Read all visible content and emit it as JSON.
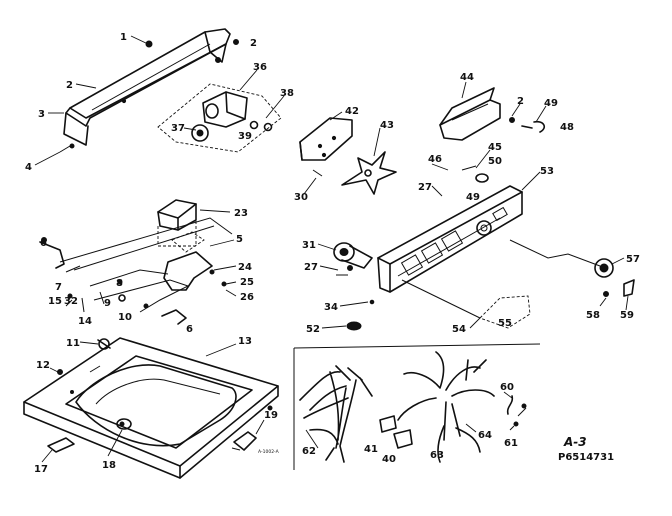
{
  "callouts": [
    {
      "id": "c1",
      "text": "1"
    },
    {
      "id": "c2a",
      "text": "2"
    },
    {
      "id": "c2b",
      "text": "2"
    },
    {
      "id": "c3",
      "text": "3"
    },
    {
      "id": "c4",
      "text": "4"
    },
    {
      "id": "c36",
      "text": "36"
    },
    {
      "id": "c38",
      "text": "38"
    },
    {
      "id": "c37",
      "text": "37"
    },
    {
      "id": "c39",
      "text": "39"
    },
    {
      "id": "c42",
      "text": "42"
    },
    {
      "id": "c43",
      "text": "43"
    },
    {
      "id": "c30",
      "text": "30"
    },
    {
      "id": "c44",
      "text": "44"
    },
    {
      "id": "c2c",
      "text": "2"
    },
    {
      "id": "c49a",
      "text": "49"
    },
    {
      "id": "c48",
      "text": "48"
    },
    {
      "id": "c45",
      "text": "45"
    },
    {
      "id": "c46",
      "text": "46"
    },
    {
      "id": "c50",
      "text": "50"
    },
    {
      "id": "c27a",
      "text": "27"
    },
    {
      "id": "c49b",
      "text": "49"
    },
    {
      "id": "c53",
      "text": "53"
    },
    {
      "id": "c23",
      "text": "23"
    },
    {
      "id": "c5",
      "text": "5"
    },
    {
      "id": "c6a",
      "text": "6"
    },
    {
      "id": "c24",
      "text": "24"
    },
    {
      "id": "c25",
      "text": "25"
    },
    {
      "id": "c26",
      "text": "26"
    },
    {
      "id": "c7",
      "text": "7"
    },
    {
      "id": "c8",
      "text": "8"
    },
    {
      "id": "c15",
      "text": "15"
    },
    {
      "id": "c32",
      "text": "32"
    },
    {
      "id": "c9",
      "text": "9"
    },
    {
      "id": "c14",
      "text": "14"
    },
    {
      "id": "c10",
      "text": "10"
    },
    {
      "id": "c6b",
      "text": "6"
    },
    {
      "id": "c31",
      "text": "31"
    },
    {
      "id": "c27b",
      "text": "27"
    },
    {
      "id": "c34",
      "text": "34"
    },
    {
      "id": "c52",
      "text": "52"
    },
    {
      "id": "c54",
      "text": "54"
    },
    {
      "id": "c55",
      "text": "55"
    },
    {
      "id": "c57",
      "text": "57"
    },
    {
      "id": "c58",
      "text": "58"
    },
    {
      "id": "c59",
      "text": "59"
    },
    {
      "id": "c11",
      "text": "11"
    },
    {
      "id": "c13",
      "text": "13"
    },
    {
      "id": "c12",
      "text": "12"
    },
    {
      "id": "c19",
      "text": "19"
    },
    {
      "id": "c17",
      "text": "17"
    },
    {
      "id": "c18",
      "text": "18"
    },
    {
      "id": "c60",
      "text": "60"
    },
    {
      "id": "c62",
      "text": "62"
    },
    {
      "id": "c41",
      "text": "41"
    },
    {
      "id": "c40",
      "text": "40"
    },
    {
      "id": "c63",
      "text": "63"
    },
    {
      "id": "c64",
      "text": "64"
    },
    {
      "id": "c61",
      "text": "61"
    }
  ],
  "page_stamp": "A-3",
  "drawing_code": "P6514731",
  "small_print": "A-1002-A"
}
